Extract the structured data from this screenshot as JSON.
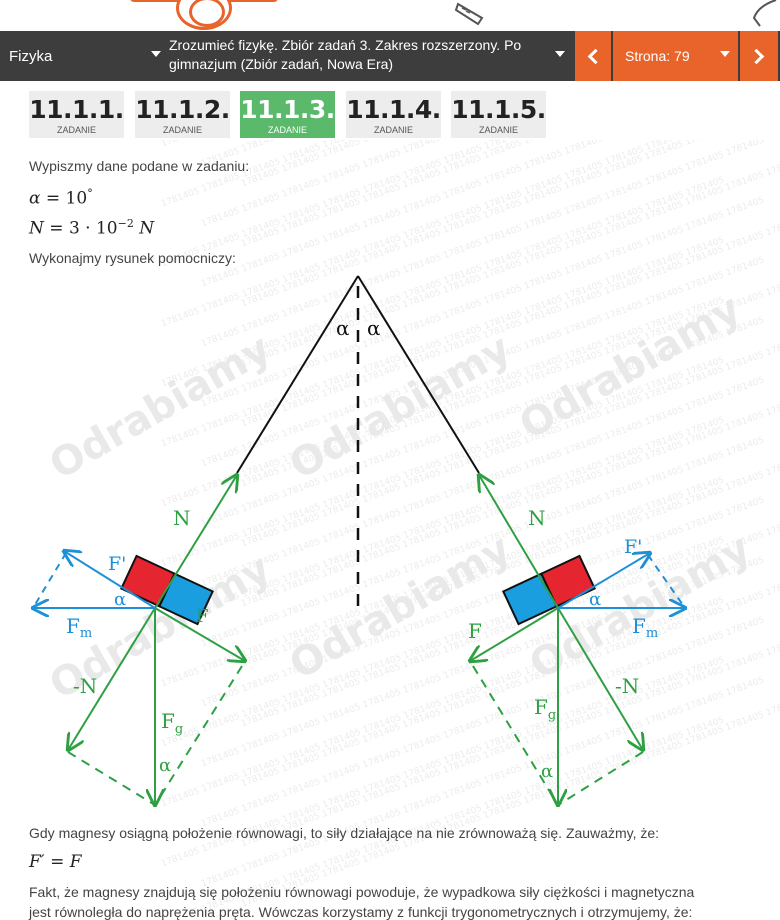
{
  "header": {
    "subject": "Fizyka",
    "book_line1": "Zrozumieć fizykę. Zbiór zadań 3. Zakres rozszerzony. Po",
    "book_line2": "gimnazjum (Zbiór zadań, Nowa Era)",
    "page_label": "Strona: 79"
  },
  "tabs": [
    {
      "number": "11.1.1.",
      "label": "ZADANIE",
      "active": false
    },
    {
      "number": "11.1.2.",
      "label": "ZADANIE",
      "active": false
    },
    {
      "number": "11.1.3.",
      "label": "ZADANIE",
      "active": true
    },
    {
      "number": "11.1.4.",
      "label": "ZADANIE",
      "active": false
    },
    {
      "number": "11.1.5.",
      "label": "ZADANIE",
      "active": false
    }
  ],
  "content": {
    "intro": "Wypiszmy dane podane w zadaniu:",
    "given_alpha": {
      "symbol": "α",
      "value": "10",
      "unit": "°"
    },
    "given_N": {
      "symbol": "N",
      "coef": "3",
      "base": "10",
      "exp": "−2",
      "unit": "N"
    },
    "drawing_intro": "Wykonajmy rysunek pomocniczy:",
    "equilibrium_text": "Gdy magnesy osiągną położenie równowagi, to siły działające na nie zrównoważą się. Zauważmy, że:",
    "equation": {
      "lhs": "F′",
      "rhs": "F"
    },
    "conclusion_line1": "Fakt, że magnesy znajdują się położeniu równowagi powoduje, że wypadkowa siły ciężkości i magnetyczna",
    "conclusion_line2": "jest równoległa do naprężenia pręta. Wówczas korzystamy z funkcji trygonometrycznych i otrzymujemy, że:"
  },
  "diagram": {
    "labels": {
      "alpha": "α",
      "N": "N",
      "F_prime": "F'",
      "F": "F",
      "Fm": "Fm",
      "minus_N": "-N",
      "Fg": "Fg",
      "Fm_main": "F",
      "Fm_sub": "m",
      "Fg_main": "F",
      "Fg_sub": "g"
    },
    "watermark_brand": "Odrabiamy",
    "watermark_code": "1781405",
    "colors": {
      "green": "#2ea043",
      "blue": "#1e90d8",
      "red": "#e52630",
      "magnet_blue": "#1a9ee0",
      "black": "#111111"
    }
  },
  "colors": {
    "nav_bg": "#3d3d3d",
    "accent": "#e8642a",
    "tab_active": "#5ab96a",
    "tab_bg": "#ededed"
  }
}
